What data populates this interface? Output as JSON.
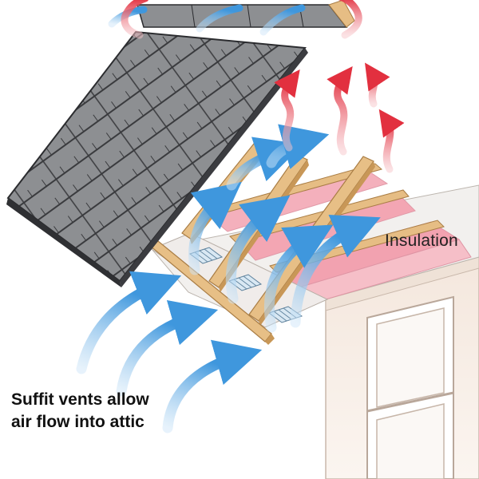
{
  "labels": {
    "insulation": "Insulation",
    "suffit_line1": "Suffit vents allow",
    "suffit_line2": "air flow into attic"
  },
  "colors": {
    "shingle": "#8d8f92",
    "shingle_edge": "#2f3033",
    "wood": "#e3b77a",
    "insulation": "#f3a9b6",
    "wall": "#f5ece4",
    "cool_air": "#57a6e3",
    "warm_air": "#e43a4a"
  },
  "icons": {
    "cool_air_arrow": "cool-air-arrow-icon",
    "warm_air_arrow": "warm-air-arrow-icon",
    "soffit_vent": "soffit-vent-icon"
  }
}
